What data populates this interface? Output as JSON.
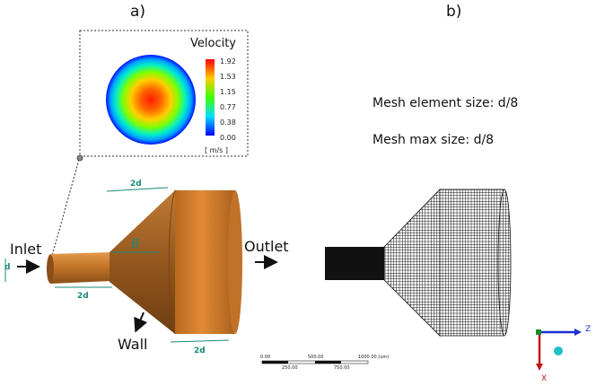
{
  "panels": {
    "a": "a)",
    "b": "b)"
  },
  "velocity": {
    "title": "Velocity",
    "unit": "[ m/s ]",
    "ticks": [
      "1.92",
      "1.53",
      "1.15",
      "0.77",
      "0.38",
      "0.00"
    ],
    "colors": [
      "#ff0000",
      "#ffcc00",
      "#00ff40",
      "#00e0ff",
      "#0000ff"
    ]
  },
  "labels": {
    "inlet": "Inlet",
    "outlet": "Outlet",
    "wall": "Wall",
    "d": "d",
    "inlet_len": "2d",
    "cone_len": "2d",
    "outlet_len": "2d",
    "theta": "θ"
  },
  "mesh": {
    "element_size": "Mesh element size: d/8",
    "max_size": "Mesh max size: d/8"
  },
  "scale_bar": {
    "top_ticks": [
      "0.00",
      "500.00",
      "1000.00 (um)"
    ],
    "bottom_ticks": [
      "250.00",
      "750.00"
    ]
  },
  "axes": {
    "z": "Z",
    "x": "X"
  },
  "colors": {
    "copper": "#c87a2e",
    "copper_dark": "#8a5219",
    "dim_teal": "#1a8a7a",
    "axis_blue": "#1a2fd0",
    "axis_red": "#c01818"
  }
}
